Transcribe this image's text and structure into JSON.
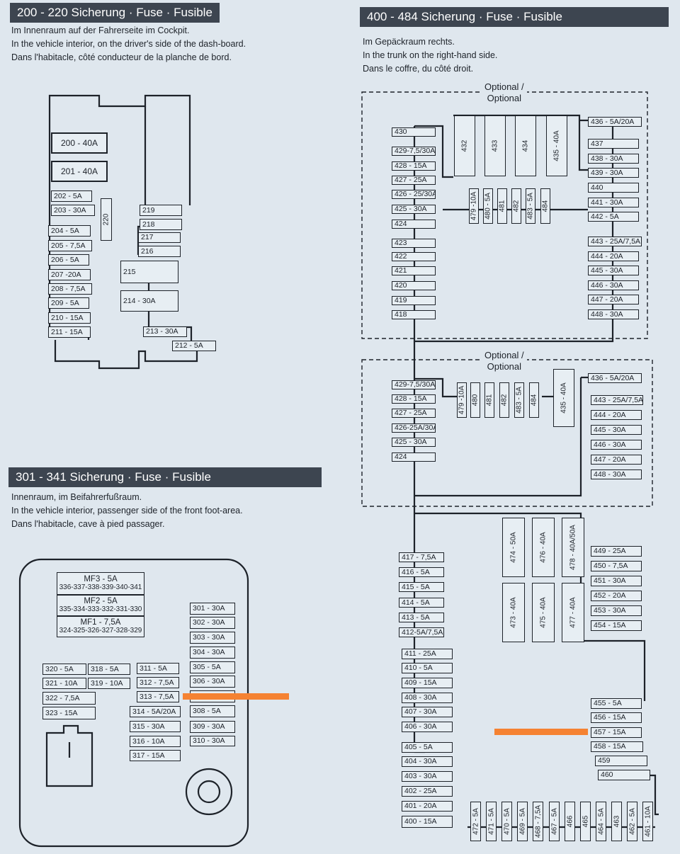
{
  "sections": {
    "s200": {
      "header": "200 - 220 Sicherung · Fuse · Fusible",
      "lines": [
        "Im Innenraum auf der Fahrerseite im Cockpit.",
        "In the vehicle interior, on the driver's side of the dash-board.",
        "Dans l'habitacle, côté conducteur de la planche de bord."
      ],
      "fuses": {
        "f200": "200 - 40A",
        "f201": "201 - 40A",
        "f202": "202 - 5A",
        "f203": "203 - 30A",
        "f204": "204 - 5A",
        "f205": "205 - 7,5A",
        "f206": "206 - 5A",
        "f207": "207 -20A",
        "f208": "208 - 7,5A",
        "f209": "209 - 5A",
        "f210": "210 - 15A",
        "f211": "211 - 15A",
        "f212": "212 - 5A",
        "f213": "213 - 30A",
        "f214": "214 - 30A",
        "f215": "215",
        "f216": "216",
        "f217": "217",
        "f218": "218",
        "f219": "219",
        "f220": "220"
      }
    },
    "s300": {
      "header": "301 - 341 Sicherung · Fuse · Fusible",
      "lines": [
        "Innenraum, im Beifahrerfußraum.",
        "In the vehicle interior, passenger side of the front foot-area.",
        "Dans l'habitacle, cave à pied passager."
      ],
      "mf3": {
        "title": "MF3 - 5A",
        "sub": "336-337-338-339-340-341"
      },
      "mf2": {
        "title": "MF2 - 5A",
        "sub": "335-334-333-332-331-330"
      },
      "mf1": {
        "title": "MF1 - 7,5A",
        "sub": "324-325-326-327-328-329"
      },
      "fuses": {
        "f301": "301 - 30A",
        "f302": "302 - 30A",
        "f303": "303 - 30A",
        "f304": "304 - 30A",
        "f305": "305 - 5A",
        "f306": "306 - 30A",
        "f308": "308 - 5A",
        "f309": "309 - 30A",
        "f310": "310 - 30A",
        "f311": "311 - 5A",
        "f312": "312 - 7,5A",
        "f313": "313 - 7,5A",
        "f314": "314 - 5A/20A",
        "f315": "315 - 30A",
        "f316": "316 - 10A",
        "f317": "317 - 15A",
        "f318": "318 - 5A",
        "f319": "319 - 10A",
        "f320": "320 - 5A",
        "f321": "321 - 10A",
        "f322": "322 - 7,5A",
        "f323": "323 - 15A"
      }
    },
    "s400": {
      "header": "400 - 484 Sicherung · Fuse · Fusible",
      "lines": [
        "Im Gepäckraum rechts.",
        "In the trunk on the right-hand side.",
        "Dans le coffre, du côté droit."
      ],
      "optional": "Optional /",
      "optional2": "Optional",
      "top": {
        "f430": "430",
        "f429": "429-7,5/30A",
        "f428": "428 - 15A",
        "f427": "427 - 25A",
        "f426": "426 - 25/30A",
        "f425": "425 - 30A",
        "f424": "424",
        "f423": "423",
        "f422": "422",
        "f421": "421",
        "f420": "420",
        "f419": "419",
        "f418": "418",
        "f432": "432",
        "f433": "433",
        "f434": "434",
        "f435": "435 - 40A",
        "f479": "479 -10A",
        "f480": "480 - 5A",
        "f481": "481",
        "f482": "482",
        "f483": "483 - 5A",
        "f484": "484",
        "f436": "436 - 5A/20A",
        "f437": "437",
        "f438": "438 - 30A",
        "f439": "439 - 30A",
        "f440": "440",
        "f441": "441 - 30A",
        "f442": "442 - 5A",
        "f443": "443 - 25A/7,5A",
        "f444": "444 - 20A",
        "f445": "445 - 30A",
        "f446": "446 - 30A",
        "f447": "447 - 20A",
        "f448": "448 - 30A"
      },
      "mid": {
        "f429": "429-7,5/30A",
        "f428": "428 - 15A",
        "f427": "427 - 25A",
        "f426": "426-25A/30A",
        "f425": "425 - 30A",
        "f424": "424",
        "f479": "479 -10A",
        "f480": "480",
        "f481": "481",
        "f482": "482",
        "f483": "483 - 5A",
        "f484": "484",
        "f435": "435 - 40A",
        "f436": "436 - 5A/20A",
        "f443": "443 - 25A/7,5A",
        "f444": "444 - 20A",
        "f445": "445 - 30A",
        "f446": "446 - 30A",
        "f447": "447 - 20A",
        "f448": "448 - 30A"
      },
      "bottom": {
        "f417": "417 - 7,5A",
        "f416": "416 - 5A",
        "f415": "415 - 5A",
        "f414": "414 - 5A",
        "f413": "413 - 5A",
        "f412": "412-5A/7,5A",
        "f411": "411 - 25A",
        "f410": "410 - 5A",
        "f409": "409 - 15A",
        "f408": "408 - 30A",
        "f407": "407 - 30A",
        "f406": "406 - 30A",
        "f405": "405 - 5A",
        "f404": "404 - 30A",
        "f403": "403 - 30A",
        "f402": "402 - 25A",
        "f401": "401 - 20A",
        "f400": "400 - 15A",
        "f474": "474 - 50A",
        "f476": "476 - 40A",
        "f478": "478 - 40A/50A",
        "f473": "473 - 40A",
        "f475": "475 - 40A",
        "f477": "477 - 40A",
        "f449": "449 - 25A",
        "f450": "450 - 7,5A",
        "f451": "451 - 30A",
        "f452": "452 - 20A",
        "f453": "453 - 30A",
        "f454": "454 - 15A",
        "f455": "455 - 5A",
        "f456": "456 - 15A",
        "f457": "457 - 15A",
        "f458": "458 - 15A",
        "f459": "459",
        "f460": "460",
        "f472": "472 - 5A",
        "f471": "471 - 5A",
        "f470": "470 - 5A",
        "f469": "469 - 5A",
        "f468": "468 - 7,5A",
        "f467": "467 - 5A",
        "f466": "466",
        "f465": "465",
        "f464": "464 - 5A",
        "f463": "463",
        "f462": "462 - 5A",
        "f461": "461 - 10A"
      }
    }
  },
  "colors": {
    "highlight": "#f58232",
    "header_bg": "#3d4550"
  }
}
